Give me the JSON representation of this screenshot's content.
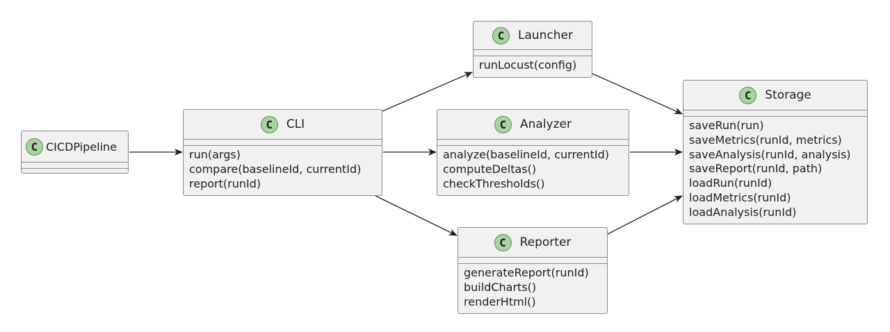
{
  "classes": {
    "cicd": {
      "badge": "C",
      "name": "CICDPipeline",
      "methods": []
    },
    "cli": {
      "badge": "C",
      "name": "CLI",
      "methods": [
        "run(args)",
        "compare(baselineId, currentId)",
        "report(runId)"
      ]
    },
    "launcher": {
      "badge": "C",
      "name": "Launcher",
      "methods": [
        "runLocust(config)"
      ]
    },
    "analyzer": {
      "badge": "C",
      "name": "Analyzer",
      "methods": [
        "analyze(baselineId, currentId)",
        "computeDeltas()",
        "checkThresholds()"
      ]
    },
    "reporter": {
      "badge": "C",
      "name": "Reporter",
      "methods": [
        "generateReport(runId)",
        "buildCharts()",
        "renderHtml()"
      ]
    },
    "storage": {
      "badge": "C",
      "name": "Storage",
      "methods": [
        "saveRun(run)",
        "saveMetrics(runId, metrics)",
        "saveAnalysis(runId, analysis)",
        "saveReport(runId, path)",
        "loadRun(runId)",
        "loadMetrics(runId)",
        "loadAnalysis(runId)"
      ]
    }
  },
  "colors": {
    "badge_fill": "#a9d4a2",
    "box_fill": "#f1f1f1",
    "border": "#8a8a8a",
    "arrow": "#222222"
  },
  "relations": [
    {
      "from": "CICDPipeline",
      "to": "CLI"
    },
    {
      "from": "CLI",
      "to": "Launcher"
    },
    {
      "from": "CLI",
      "to": "Analyzer"
    },
    {
      "from": "CLI",
      "to": "Reporter"
    },
    {
      "from": "Launcher",
      "to": "Storage"
    },
    {
      "from": "Analyzer",
      "to": "Storage"
    },
    {
      "from": "Reporter",
      "to": "Storage"
    }
  ]
}
